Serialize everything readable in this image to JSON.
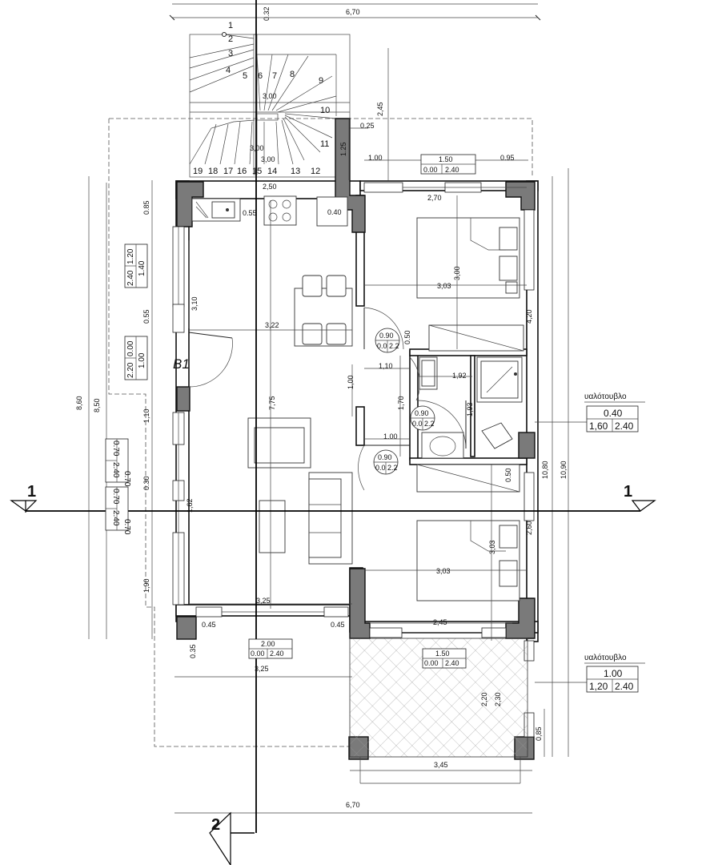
{
  "drawing": {
    "room_label": "B1",
    "section_markers": {
      "horizontal": "1",
      "vertical": "2"
    },
    "stair_steps": [
      "1",
      "2",
      "3",
      "4",
      "5",
      "6",
      "7",
      "8",
      "9",
      "10",
      "11",
      "12",
      "13",
      "14",
      "15",
      "16",
      "17",
      "18",
      "19"
    ],
    "top_dims": {
      "overall": "6,70",
      "offset": "0.32"
    },
    "bottom_dim": "6,70",
    "dimension_labels": {
      "d245": "2,45",
      "d025": "0.25",
      "d300a": "3,00",
      "d300b": "3,00",
      "d300c": "3,00",
      "d125": "1.25",
      "d100a": "1.00",
      "d095": "0.95",
      "d250": "2,50",
      "d270": "2,70",
      "d055a": "0.55",
      "d040a": "0.40",
      "d085a": "0.85",
      "d055b": "0.55",
      "d310": "3,10",
      "d322": "3,22",
      "d775": "7,75",
      "d860": "8,60",
      "d850": "8,50",
      "d110a": "1,10",
      "d030": "0.30",
      "d162": "1,62",
      "d190": "1,90",
      "d325a": "3,25",
      "d045a": "0.45",
      "d045b": "0.45",
      "d035": "0.35",
      "d325b": "3,25",
      "d303a": "3,03",
      "d300d": "3,00",
      "d420": "4,20",
      "d050a": "0.50",
      "d110b": "1,10",
      "d192": "1,92",
      "d193": "1,93",
      "d170": "1,70",
      "d100b": "1,00",
      "d100c": "1.00",
      "d050b": "0.50",
      "d260": "2,60",
      "d303b": "3,03",
      "d303c": "3,03",
      "d1080": "10,80",
      "d1090": "10,90",
      "d245b": "2,45",
      "d220": "2,20",
      "d230": "2,30",
      "d085b": "0,85",
      "d345": "3,45"
    },
    "window_tags": [
      {
        "top": "1.50",
        "bl": "0.00",
        "br": "2.40"
      },
      {
        "top": "2.00",
        "bl": "0.00",
        "br": "2.40"
      },
      {
        "top": "1.50",
        "bl": "0.00",
        "br": "2.40"
      }
    ],
    "glass_tags": [
      {
        "caption": "υαλότουβλο",
        "top": "0.40",
        "bl": "1,60",
        "br": "2.40"
      },
      {
        "caption": "υαλότουβλο",
        "top": "1.00",
        "bl": "1,20",
        "br": "2.40"
      }
    ],
    "vertical_tags": [
      {
        "a": "1.40",
        "b1": "1.20",
        "b2": "2.40"
      },
      {
        "a": "1.00",
        "b1": "0.00",
        "b2": "2.20"
      },
      {
        "a": "0.70",
        "b1": "0.70",
        "b2": "2.40"
      },
      {
        "a": "0.70",
        "b1": "0.70",
        "b2": "2.40"
      }
    ],
    "door_tags": [
      {
        "top": "0.90",
        "bl": "0.0",
        "br": "2.2"
      },
      {
        "top": "0.90",
        "bl": "0.0",
        "br": "2.2"
      },
      {
        "top": "0.90",
        "bl": "0.0",
        "br": "2.2"
      }
    ]
  }
}
